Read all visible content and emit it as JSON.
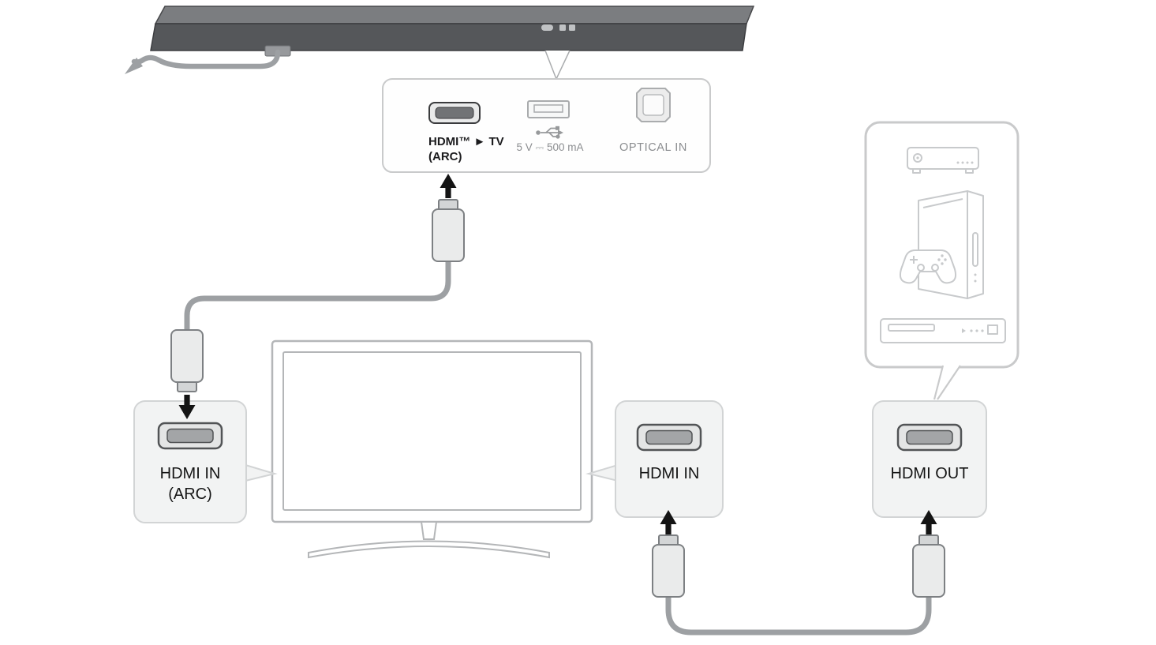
{
  "rear_panel": {
    "hdmi_label_1": "HDMI™ ► TV",
    "hdmi_label_2": "(ARC)",
    "usb_label": "5 V ⎓ 500 mA",
    "optical_label": "OPTICAL IN"
  },
  "tv_arc_port": {
    "line1": "HDMI IN",
    "line2": "(ARC)"
  },
  "tv_hdmi_port": {
    "label": "HDMI IN"
  },
  "device_hdmi_port": {
    "label": "HDMI OUT"
  },
  "colors": {
    "soundbar_front": "#55575a",
    "soundbar_top": "#7b7d80",
    "cable": "#9da0a3",
    "connector_body": "#eaebeb",
    "connector_tip": "#d3d5d6",
    "connector_stroke": "#7d8083",
    "callout_box_fill": "#f2f3f3",
    "callout_box_stroke": "#d2d4d5",
    "panel_stroke": "#c9cacb",
    "arrow": "#141414",
    "muted_text": "#8b8d90",
    "label_text": "#151515",
    "device_icon": "#c8cacc",
    "tv_stroke": "#b4b6b8"
  }
}
